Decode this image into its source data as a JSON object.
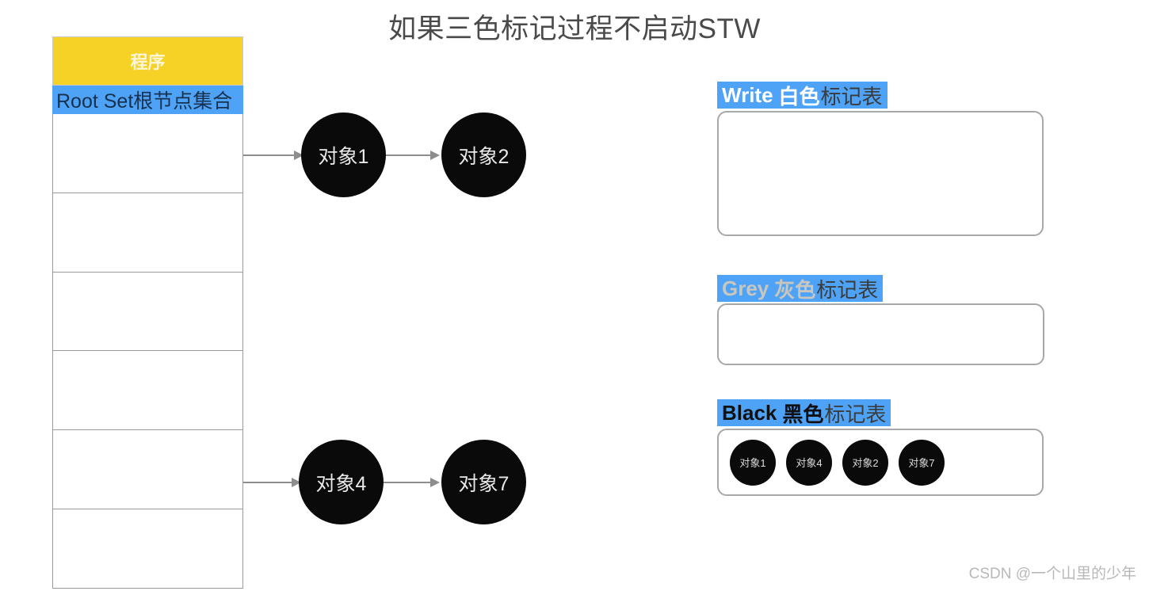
{
  "page": {
    "title": "如果三色标记过程不启动STW",
    "watermark": "CSDN @一个山里的少年",
    "background": "#ffffff"
  },
  "colors": {
    "yellow_header": "#F5D225",
    "blue_header": "#4FA3F7",
    "node_fill": "#0a0a0a",
    "arrow": "#8d8d8d",
    "box_border": "#a8a8a8",
    "title_text": "#4a4a4a",
    "watermark_text": "#b8b8b8"
  },
  "program_table": {
    "header_label": "程序",
    "root_set_label": "Root Set根节点集合",
    "rows": [
      "",
      "",
      "",
      "",
      "",
      ""
    ]
  },
  "graph": {
    "nodes": [
      {
        "id": "obj1",
        "label": "对象1"
      },
      {
        "id": "obj2",
        "label": "对象2"
      },
      {
        "id": "obj4",
        "label": "对象4"
      },
      {
        "id": "obj7",
        "label": "对象7"
      }
    ],
    "edges": [
      {
        "from": "root-set",
        "to": "obj1"
      },
      {
        "from": "obj1",
        "to": "obj2"
      },
      {
        "from": "root-set",
        "to": "obj4"
      },
      {
        "from": "obj4",
        "to": "obj7"
      }
    ]
  },
  "mark_tables": [
    {
      "id": "white",
      "en": "Write",
      "cn_color": "白色",
      "cn_rest": "标记表",
      "items": []
    },
    {
      "id": "grey",
      "en": "Grey",
      "cn_color": "灰色",
      "cn_rest": "标记表",
      "items": []
    },
    {
      "id": "black",
      "en": "Black",
      "cn_color": "黑色",
      "cn_rest": "标记表",
      "items": [
        "对象1",
        "对象4",
        "对象2",
        "对象7"
      ]
    }
  ]
}
